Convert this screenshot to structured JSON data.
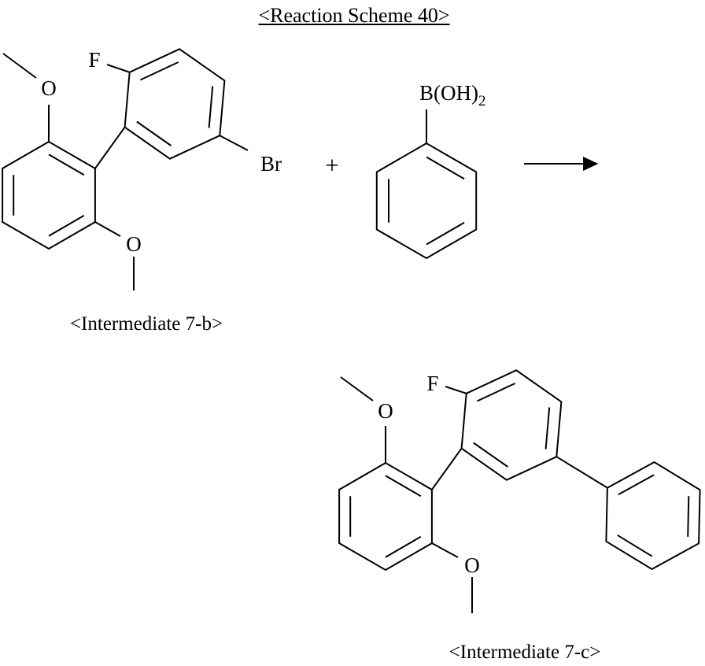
{
  "title": "<Reaction Scheme 40>",
  "structures": {
    "reactant_biaryl": {
      "caption": "<Intermediate 7-b>",
      "atom_labels": {
        "fluorine": "F",
        "methoxy_top": "O",
        "methoxy_bottom": "O",
        "bromine": "Br"
      }
    },
    "reagent_boronic_acid": {
      "group_main": "B(OH)",
      "group_subscript": "2"
    },
    "product_biaryl": {
      "caption": "<Intermediate 7-c>",
      "atom_labels": {
        "fluorine": "F",
        "methoxy_top": "O",
        "methoxy_bottom": "O"
      }
    }
  },
  "operators": {
    "plus": "+"
  },
  "colors": {
    "ink": "#000000",
    "background": "#ffffff"
  }
}
